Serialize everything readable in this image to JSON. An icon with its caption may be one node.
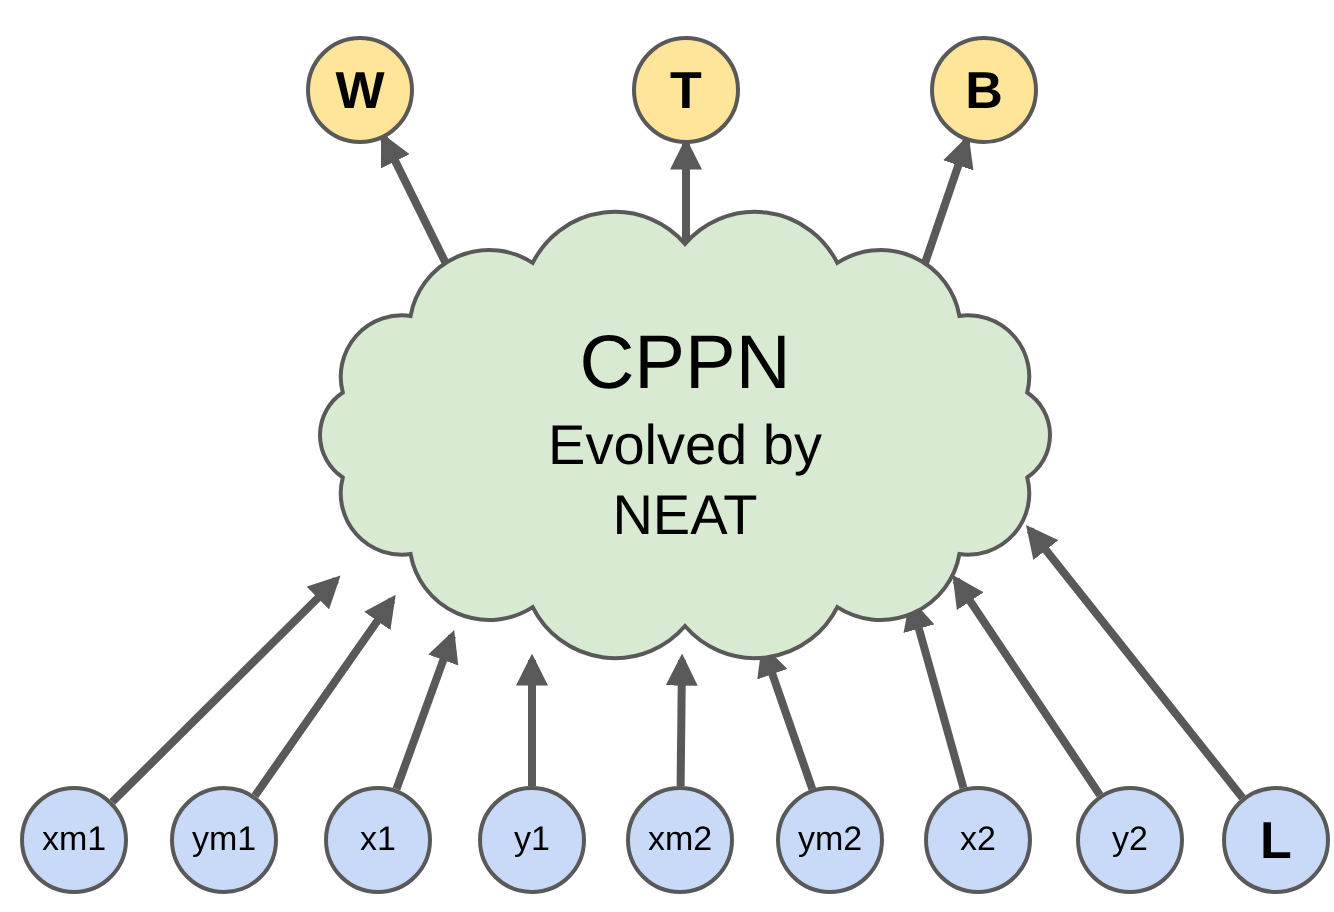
{
  "diagram": {
    "nodes": [
      {
        "text": [
          "W"
        ]
      },
      {
        "text": [
          "T"
        ]
      },
      {
        "text": [
          "B"
        ]
      },
      {
        "text": [
          "CPPN",
          "Evolved by NEAT"
        ]
      },
      {
        "text": [
          "xm1"
        ]
      },
      {
        "text": [
          "ym1"
        ]
      },
      {
        "text": [
          "x1"
        ]
      },
      {
        "text": [
          "y1"
        ]
      },
      {
        "text": [
          "xm2"
        ]
      },
      {
        "text": [
          "ym2"
        ]
      },
      {
        "text": [
          "x2"
        ]
      },
      {
        "text": [
          "y2"
        ]
      },
      {
        "text": [
          "L"
        ]
      }
    ],
    "edges": [
      {
        "from": 3,
        "to": 0,
        "arrow": "to"
      },
      {
        "from": 3,
        "to": 1,
        "arrow": "to"
      },
      {
        "from": 3,
        "to": 2,
        "arrow": "to"
      },
      {
        "from": 4,
        "to": 3,
        "arrow": "to"
      },
      {
        "from": 5,
        "to": 3,
        "arrow": "to"
      },
      {
        "from": 6,
        "to": 3,
        "arrow": "to"
      },
      {
        "from": 7,
        "to": 3,
        "arrow": "to"
      },
      {
        "from": 8,
        "to": 3,
        "arrow": "to"
      },
      {
        "from": 9,
        "to": 3,
        "arrow": "to"
      },
      {
        "from": 10,
        "to": 3,
        "arrow": "to"
      },
      {
        "from": 11,
        "to": 3,
        "arrow": "to"
      },
      {
        "from": 12,
        "to": 3,
        "arrow": "to"
      }
    ]
  }
}
